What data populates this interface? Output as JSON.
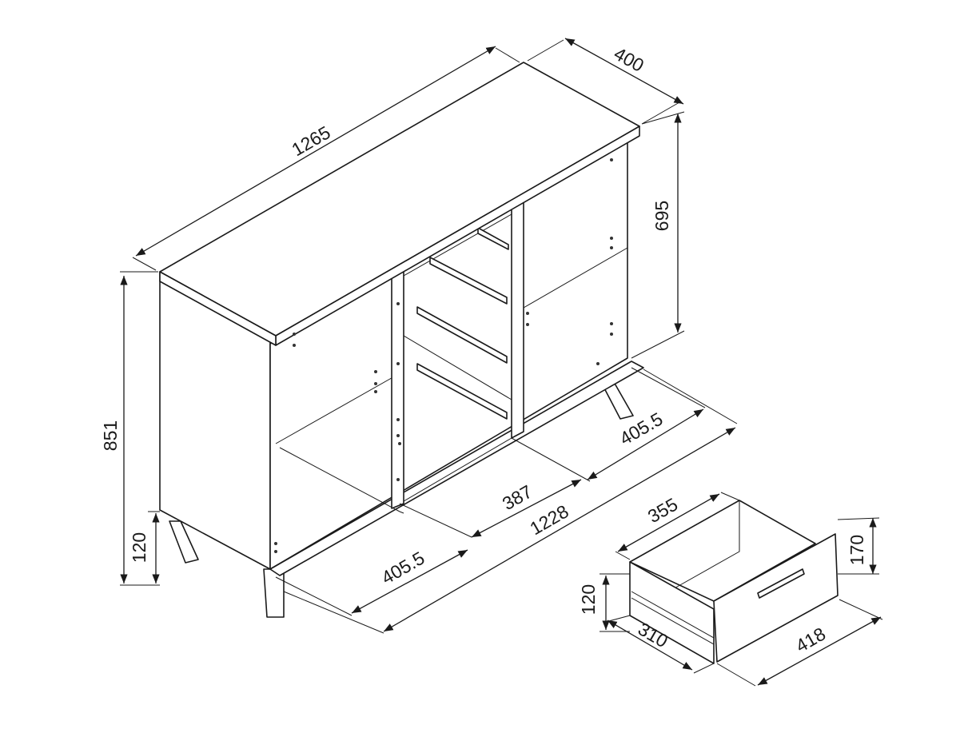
{
  "dimensions": {
    "total_width": "1265",
    "depth": "400",
    "cabinet_height": "695",
    "total_height": "851",
    "leg_height": "120",
    "right_compartment_width": "405.5",
    "middle_compartment_width": "387",
    "inner_width": "1228",
    "left_compartment_width": "405.5",
    "drawer_width": "355",
    "drawer_front_height": "170",
    "drawer_box_height": "120",
    "drawer_depth": "310",
    "drawer_front_width": "418"
  },
  "colors": {
    "line": "#1a1a1a",
    "background": "#ffffff"
  }
}
